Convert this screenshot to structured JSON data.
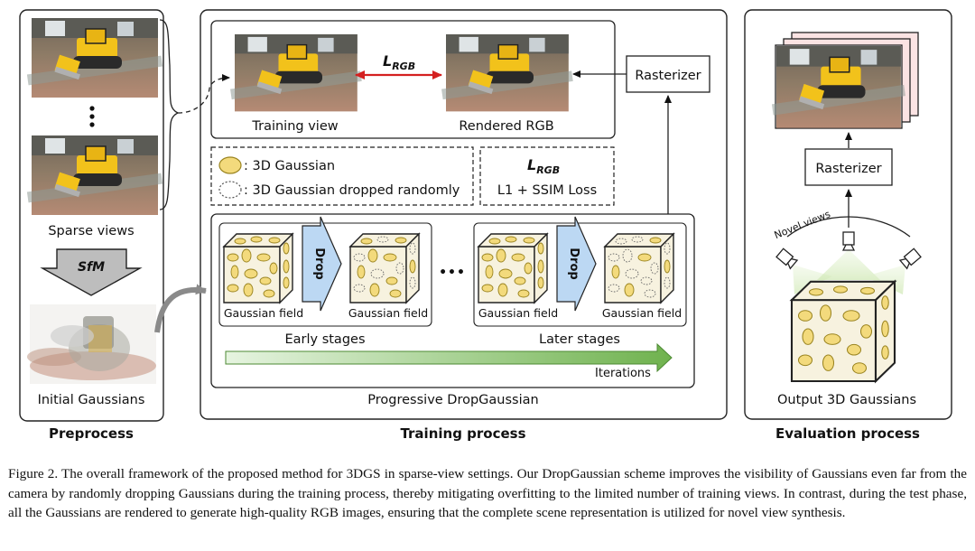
{
  "preprocess": {
    "sparse_views_label": "Sparse views",
    "sfm_label": "SfM",
    "initial_gaussians_label": "Initial Gaussians",
    "title": "Preprocess"
  },
  "training": {
    "training_view_label": "Training view",
    "rendered_rgb_label": "Rendered RGB",
    "rasterizer_label": "Rasterizer",
    "loss_symbol": "L",
    "loss_subscript": "RGB",
    "legend_gaussian": ": 3D Gaussian",
    "legend_dropped": ": 3D Gaussian dropped randomly",
    "loss_formula": "L1 + SSIM Loss",
    "drop_label": "Drop",
    "gaussian_field_label": "Gaussian field",
    "ellipsis": "•••",
    "early_stages_label": "Early stages",
    "later_stages_label": "Later stages",
    "iterations_label": "Iterations",
    "progressive_label": "Progressive DropGaussian",
    "title": "Training process"
  },
  "evaluation": {
    "rasterizer_label": "Rasterizer",
    "novel_views_label": "Novel views",
    "output_label": "Output 3D Gaussians",
    "title": "Evaluation process"
  },
  "caption": "Figure 2.   The overall framework of the proposed method for 3DGS in sparse-view settings. Our DropGaussian scheme improves the visibility of Gaussians even far from the camera by randomly dropping Gaussians during the training process, thereby mitigating overfitting to the limited number of training views. In contrast, during the test phase, all the Gaussians are rendered to generate high-quality RGB images, ensuring that the complete scene representation is utilized for novel view synthesis.",
  "colors": {
    "arrow_red": "#d42020",
    "gaussian_fill": "#f3da7c",
    "gaussian_stroke": "#9a8420",
    "drop_arrow": "#bcd8f3",
    "iteration_arrow_start": "#e6f4e0",
    "iteration_arrow_end": "#6fb24e",
    "light_cone": "#cfe8b3"
  }
}
